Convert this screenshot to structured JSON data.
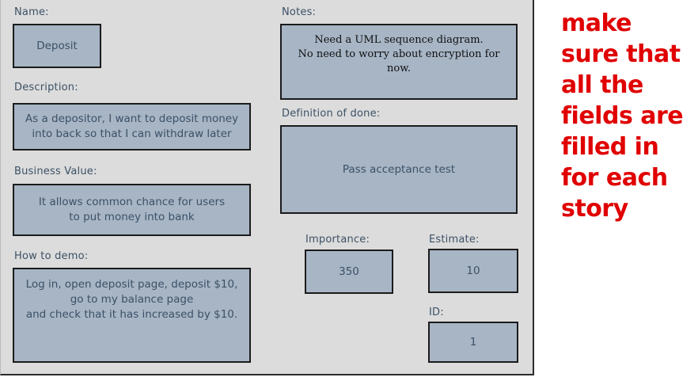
{
  "card": {
    "background_color": "#dcdcdc",
    "field_fill_color": "#a7b5c5",
    "field_border_color": "#1b1b1b",
    "label_color": "#3c5166"
  },
  "fields": {
    "name": {
      "label": "Name:",
      "value": "Deposit"
    },
    "description": {
      "label": "Description:",
      "value": "As a depositor, I want to deposit money\ninto back so that I can withdraw later"
    },
    "business_value": {
      "label": "Business Value:",
      "value": "It allows common chance for users\nto put money into bank"
    },
    "how_to_demo": {
      "label": "How to demo:",
      "value": "Log in, open deposit page, deposit $10,\ngo to my balance page\nand check that it has increased by $10."
    },
    "notes": {
      "label": "Notes:",
      "value": "Need a UML sequence diagram.\nNo need to worry about encryption for now."
    },
    "definition_of_done": {
      "label": "Definition of done:",
      "value": "Pass acceptance test"
    },
    "importance": {
      "label": "Importance:",
      "value": "350"
    },
    "estimate": {
      "label": "Estimate:",
      "value": "10"
    },
    "id": {
      "label": "ID:",
      "value": "1"
    }
  },
  "annotation": {
    "color": "#e00000",
    "full_text": "make sure that all the fields are filled in for each story",
    "lines": [
      "make",
      "sure that",
      "all the",
      "fields are",
      "filled in",
      "for each",
      "story"
    ]
  }
}
